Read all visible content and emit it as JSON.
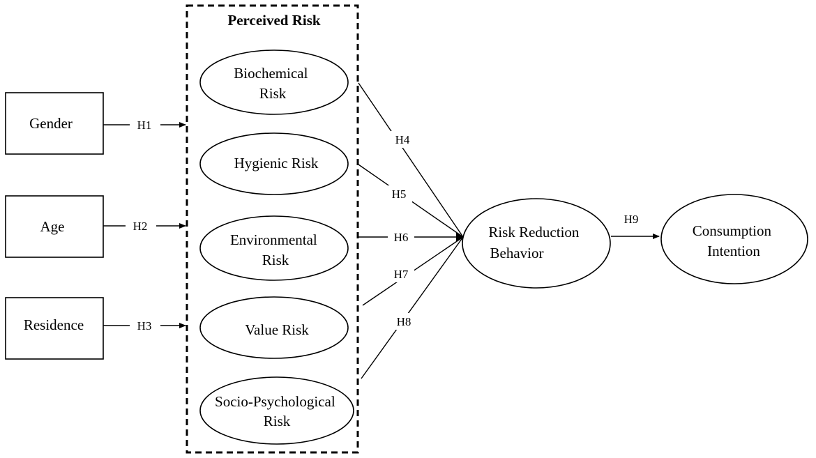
{
  "group": {
    "title": "Perceived Risk"
  },
  "demographics": [
    {
      "label": "Gender"
    },
    {
      "label": "Age"
    },
    {
      "label": "Residence"
    }
  ],
  "risks": [
    {
      "lines": [
        "Biochemical",
        "Risk"
      ]
    },
    {
      "lines": [
        "Hygienic Risk"
      ]
    },
    {
      "lines": [
        "Environmental",
        "Risk"
      ]
    },
    {
      "lines": [
        "Value Risk"
      ]
    },
    {
      "lines": [
        "Socio-Psychological",
        "Risk"
      ]
    }
  ],
  "mediator": {
    "lines": [
      "Risk Reduction",
      "Behavior"
    ]
  },
  "outcome": {
    "lines": [
      "Consumption",
      "Intention"
    ]
  },
  "hypotheses": {
    "h1": "H1",
    "h2": "H2",
    "h3": "H3",
    "h4": "H4",
    "h5": "H5",
    "h6": "H6",
    "h7": "H7",
    "h8": "H8",
    "h9": "H9"
  },
  "colors": {
    "stroke": "#000000",
    "background": "#ffffff"
  }
}
